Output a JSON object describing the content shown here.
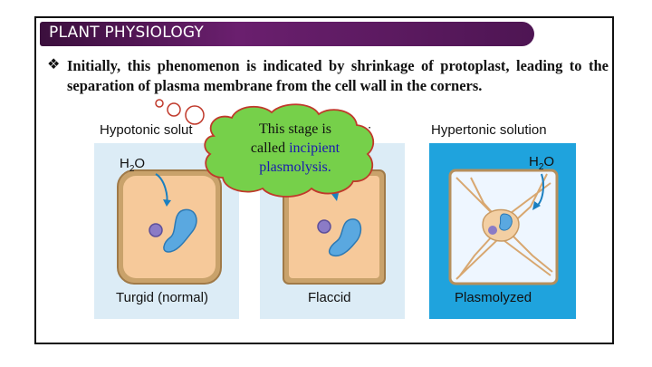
{
  "header": {
    "title": "PLANT PHYSIOLOGY"
  },
  "bullet": {
    "icon": "diamond-bullet-icon",
    "text": "Initially, this phenomenon is indicated by shrinkage of protoplast, leading to the separation of plasma membrane from the cell wall in the corners."
  },
  "callout": {
    "line1": "This stage is",
    "line2_prefix": "called ",
    "line2_highlight": "incipient",
    "line3": "plasmolysis."
  },
  "figure": {
    "left_heading": "Hypotonic solut",
    "middle_heading_fragment": ":",
    "right_heading": "Hypertonic solution",
    "water_left": "H",
    "water_left_sub": "2",
    "water_left_tail": "O",
    "water_right": "H",
    "water_right_sub": "2",
    "water_right_tail": "O",
    "labels": [
      "Turgid (normal)",
      "Flaccid",
      "Plasmolyzed"
    ]
  },
  "colors": {
    "title_bar": "#4e1553",
    "hypertonic_bg": "#1fa3dd",
    "cell_fill": "#f6c99a",
    "vacuole": "#5aa8e0",
    "highlight_text": "#1a1ab0"
  }
}
